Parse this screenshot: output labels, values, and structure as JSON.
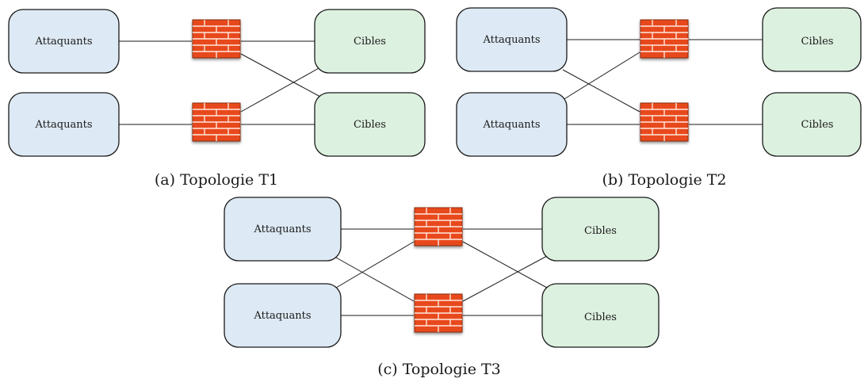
{
  "labels": {
    "attackers": "Attaquants",
    "targets": "Cibles"
  },
  "icons": {
    "firewall": "firewall-icon"
  },
  "colors": {
    "attackers_fill": "#dde9f4",
    "targets_fill": "#ddf1e0",
    "firewall_fill": "#e84a1e",
    "firewall_mortar": "#ffe8de"
  },
  "figures": [
    {
      "id": "t1",
      "caption": "(a) Topologie T1"
    },
    {
      "id": "t2",
      "caption": "(b) Topologie T2"
    },
    {
      "id": "t3",
      "caption": "(c) Topologie T3"
    }
  ]
}
